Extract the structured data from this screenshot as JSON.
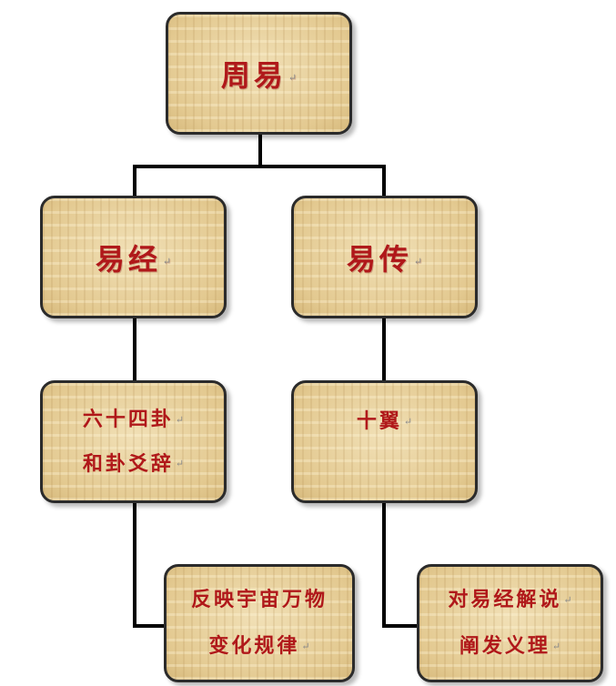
{
  "nodes": {
    "root": {
      "title": "周易"
    },
    "yijing": {
      "title": "易经"
    },
    "yizhuan": {
      "title": "易传"
    },
    "sixty_four": {
      "line1": "六十四卦",
      "line2": "和卦爻辞"
    },
    "shiyi": {
      "line1": "十翼"
    },
    "fanying": {
      "line1": "反映宇宙万物",
      "line2": "变化规律"
    },
    "duiyi": {
      "line1": "对易经解说",
      "line2": "阐发义理"
    }
  },
  "paragraph_mark": "↵",
  "colors": {
    "text": "#b0181a",
    "parchment": "#e6cf9c",
    "border": "#2b2b2b",
    "connector": "#000000"
  }
}
